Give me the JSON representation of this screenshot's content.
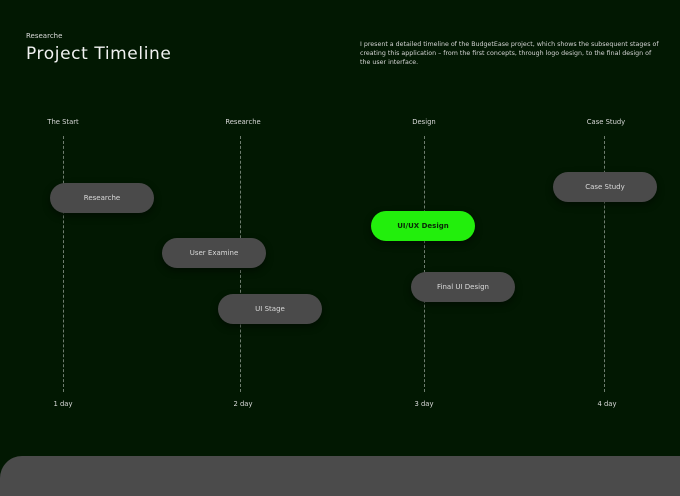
{
  "header": {
    "eyebrow": "Researche",
    "title": "Project Timeline",
    "description": "I present a detailed timeline of the BudgetEase project, which shows the subsequent stages of creating this application – from the first concepts, through logo design, to the final design of the user interface."
  },
  "columns": [
    {
      "heading": "The Start",
      "day": "1 day"
    },
    {
      "heading": "Researche",
      "day": "2 day"
    },
    {
      "heading": "Design",
      "day": "3 day"
    },
    {
      "heading": "Case Study",
      "day": "4 day"
    }
  ],
  "tasks": [
    {
      "label": "Researche"
    },
    {
      "label": "User Examine"
    },
    {
      "label": "UI Stage"
    },
    {
      "label": "UI/UX Design",
      "active": true
    },
    {
      "label": "Final UI Design"
    },
    {
      "label": "Case Study"
    }
  ],
  "colors": {
    "background": "#021802",
    "pill": "#4a4a4a",
    "accent": "#22ef0c",
    "bottom_bar": "#4b4b4b"
  }
}
